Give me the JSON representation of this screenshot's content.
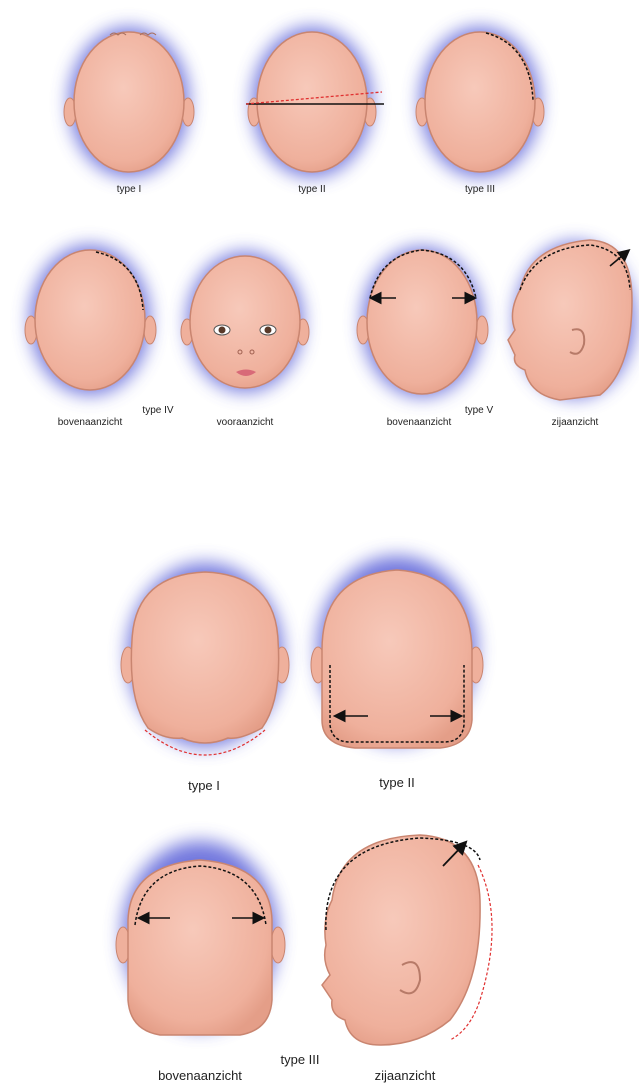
{
  "labels": {
    "type_1": "type I",
    "type_2": "type II",
    "type_3": "type III",
    "type_4": "type IV",
    "type_5": "type V",
    "bovenaanzicht": "bovenaanzicht",
    "vooraanzicht": "vooraanzicht",
    "zijaanzicht": "zijaanzicht"
  },
  "labels_lower": {
    "type_1": "type I",
    "type_2": "type II",
    "type_3": "type III",
    "bovenaanzicht": "bovenaanzicht",
    "zijaanzicht": "zijaanzicht"
  },
  "colors": {
    "skin": "#f2b7a4",
    "skin_edge": "#c98570",
    "halo": "#5a60d8",
    "line_black": "#111111",
    "line_red": "#e03030"
  }
}
